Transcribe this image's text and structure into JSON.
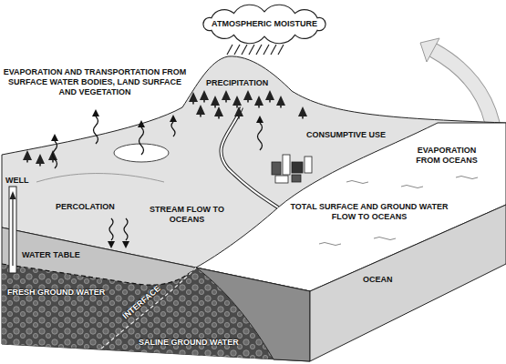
{
  "diagram": {
    "nodes": [
      {
        "text": [
          "ATMOSPHERIC MOISTURE"
        ]
      }
    ],
    "labels": [
      "EVAPORATION AND TRANSPORTATION FROM SURFACE WATER BODIES, LAND SURFACE AND VEGETATION",
      "PRECIPITATION",
      "CONSUMPTIVE USE",
      "EVAPORATION FROM OCEANS",
      "WELL",
      "STREAM FLOW TO OCEANS",
      "PERCOLATION",
      "TOTAL SURFACE AND GROUND WATER FLOW TO OCEANS",
      "WATER TABLE",
      "FRESH GROUND WATER",
      "INTERFACE",
      "SALINE GROUND WATER",
      "OCEAN"
    ]
  }
}
